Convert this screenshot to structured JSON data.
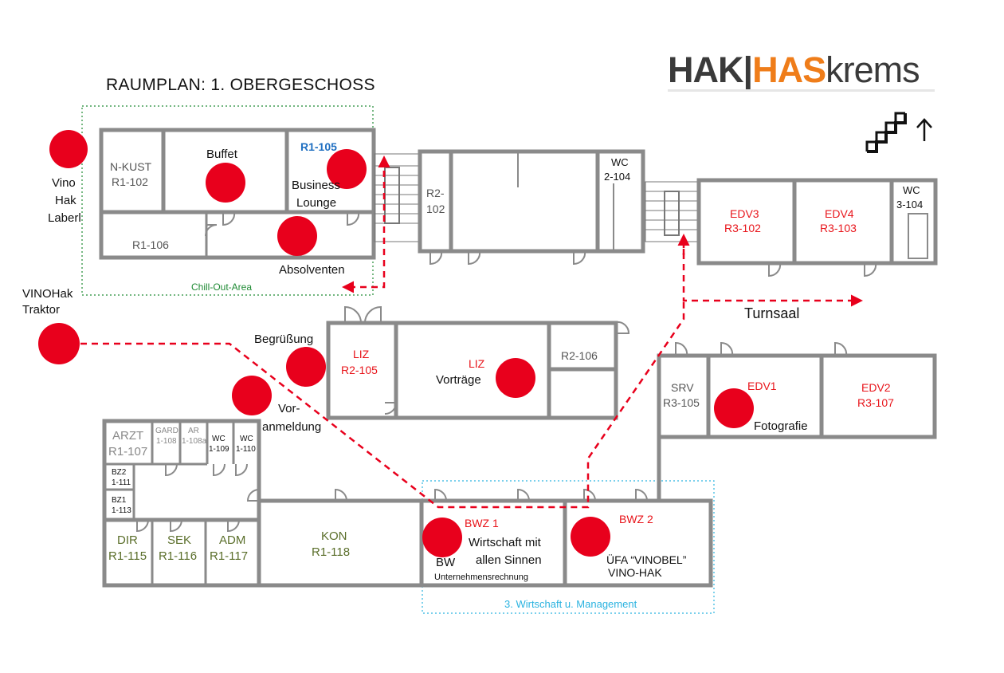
{
  "title": "RAUMPLAN: 1. OBERGESCHOSS",
  "logo": {
    "part1": "HAK",
    "separator": "|",
    "part2": "HAS",
    "part3": "krems"
  },
  "colors": {
    "room_red": "#e8151b",
    "room_blue": "#1f6fc1",
    "room_green": "#5a6e2a",
    "room_gray": "#444444",
    "marker": "#e8001c",
    "route": "#e8001c",
    "zone_green": "#1e8a33",
    "zone_cyan": "#2bb3e0",
    "logo_orange": "#ef7d1a"
  },
  "icons": {
    "stairs": "stairs-up-icon"
  },
  "zones": {
    "chill_out": "Chill-Out-Area",
    "management": "3. Wirtschaft u. Management"
  },
  "rooms": {
    "r1_102": [
      "N-KUST",
      "R1-102"
    ],
    "buffet_room": "",
    "r1_105": "R1-105",
    "r1_106": "R1-106",
    "r2_102": [
      "R2-",
      "102"
    ],
    "wc_2_104": [
      "WC",
      "2-104"
    ],
    "edv3": [
      "EDV3",
      "R3-102"
    ],
    "edv4": [
      "EDV4",
      "R3-103"
    ],
    "wc_3_104": [
      "WC",
      "3-104"
    ],
    "liz_r2_105": [
      "LIZ",
      "R2-105"
    ],
    "liz": "LIZ",
    "r2_106": "R2-106",
    "srv": [
      "SRV",
      "R3-105"
    ],
    "edv1": "EDV1",
    "edv2": [
      "EDV2",
      "R3-107"
    ],
    "arzt": [
      "ARZT",
      "R1-107"
    ],
    "gard": [
      "GARD",
      "1-108"
    ],
    "ar": [
      "AR",
      "1-108a"
    ],
    "wc_109": [
      "WC",
      "1-109"
    ],
    "wc_110": [
      "WC",
      "1-110"
    ],
    "bz2": [
      "BZ2",
      "1-111"
    ],
    "bz1": [
      "BZ1",
      "1-113"
    ],
    "dir": [
      "DIR",
      "R1-115"
    ],
    "sek": [
      "SEK",
      "R1-116"
    ],
    "adm": [
      "ADM",
      "R1-117"
    ],
    "kon": [
      "KON",
      "R1-118"
    ],
    "bwz1": "BWZ 1",
    "bwz2": "BWZ 2"
  },
  "stations": {
    "vino_hak_label": [
      "Vino",
      "Hak",
      "Laberl"
    ],
    "buffet": "Buffet",
    "business_lounge": [
      "Business",
      "Lounge"
    ],
    "absolventen": "Absolventen",
    "vinohak_traktor": [
      "VINOHak",
      "Traktor"
    ],
    "begruessung": "Begrüßung",
    "voranmeldung": [
      "Vor-",
      "anmeldung"
    ],
    "vortraege": "Vorträge",
    "fotografie": "Fotografie",
    "wirtschaft_sinne": [
      "Wirtschaft mit",
      "allen Sinnen"
    ],
    "bw": "BW",
    "unternehmensrechnung": "Unternehmensrechnung",
    "uefa": [
      "ÜFA “VINOBEL”",
      "VINO-HAK"
    ],
    "turnsaal": "Turnsaal"
  }
}
